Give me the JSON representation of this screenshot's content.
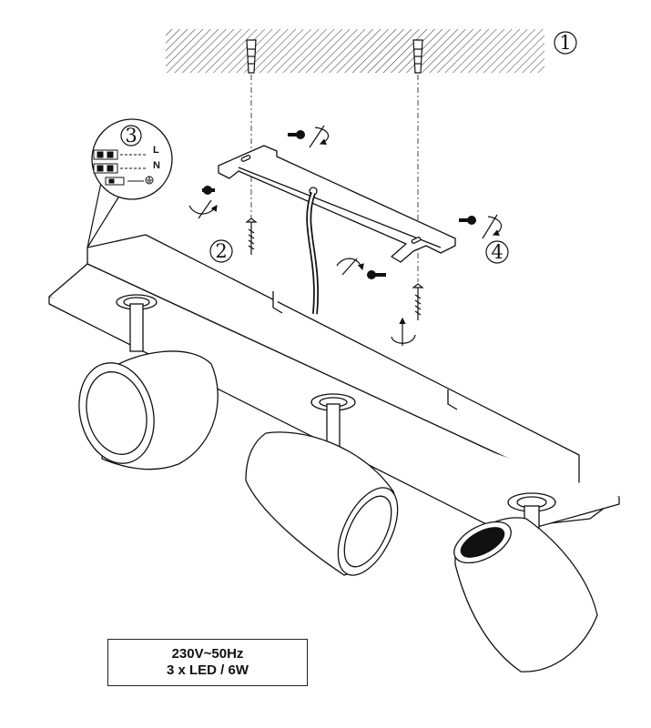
{
  "steps": {
    "step1": "1",
    "step2": "2",
    "step3": "3",
    "step4": "4"
  },
  "wiring_labels": {
    "live": "L",
    "neutral": "N"
  },
  "spec": {
    "voltage": "230V~50Hz",
    "lamps": "3 x LED / 6W"
  },
  "icons": [
    "ceiling-hatch",
    "wall-plug-icon",
    "screw-icon",
    "rotate-arrow-icon",
    "earth-symbol-icon",
    "terminal-block-icon"
  ]
}
